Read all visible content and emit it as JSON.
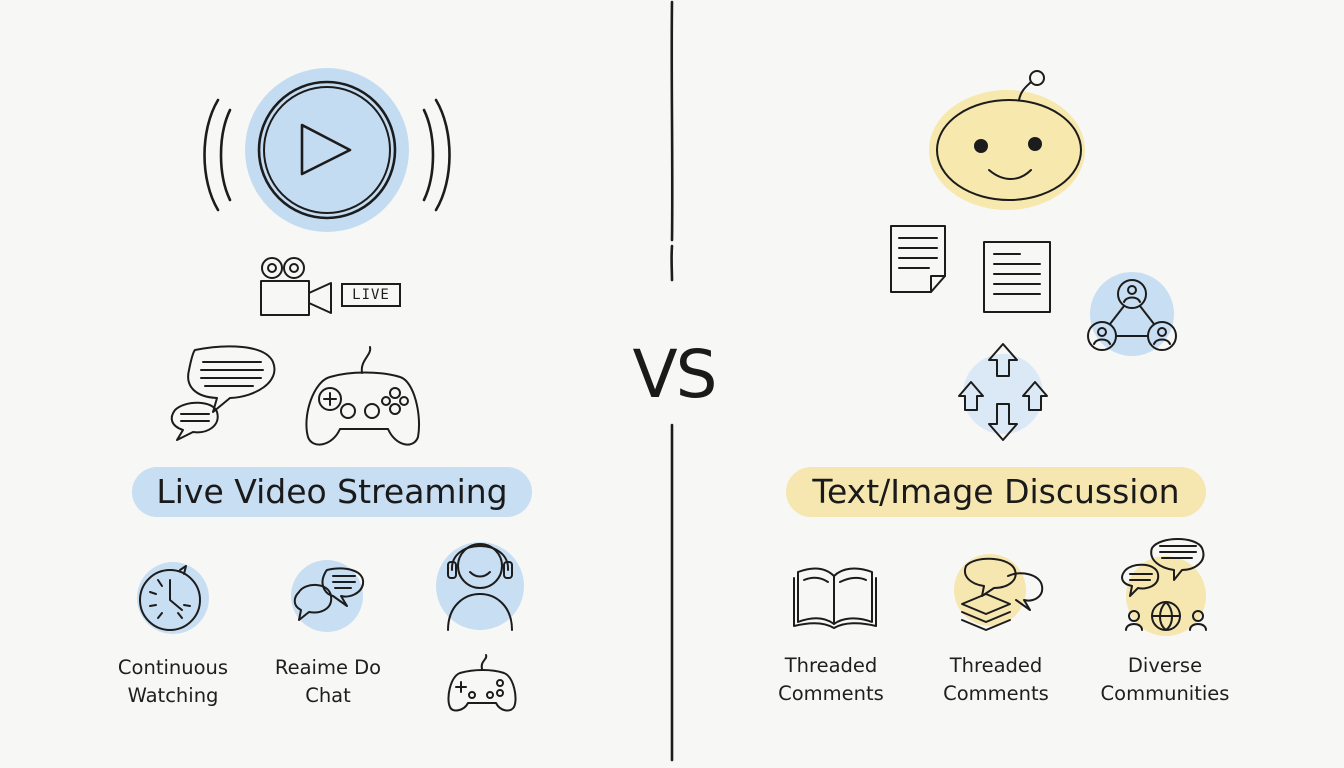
{
  "comparison_symbol": "VS",
  "colors": {
    "left_accent": "#bcd6ee",
    "right_accent": "#f6e7b0",
    "ink": "#1c1c1c"
  },
  "left": {
    "title": "Live Video Streaming",
    "badge": "LIVE",
    "icons": [
      "play-button-icon",
      "video-camera-icon",
      "chat-bubbles-icon",
      "gamepad-icon"
    ],
    "features": [
      {
        "line1": "Continuous",
        "line2": "Watching",
        "icon": "clock-icon"
      },
      {
        "line1": "Reaime Do",
        "line2": "Chat",
        "icon": "chat-bubbles-icon"
      },
      {
        "line1": "",
        "line2": "",
        "icon": "streamer-headset-icon"
      }
    ]
  },
  "right": {
    "title": "Text/Image Discussion",
    "icons": [
      "robot-face-icon",
      "document-icon",
      "document-icon",
      "user-network-icon",
      "upvote-downvote-arrows-icon"
    ],
    "features": [
      {
        "line1": "Threaded",
        "line2": "Comments",
        "icon": "open-book-icon"
      },
      {
        "line1": "Threaded",
        "line2": "Comments",
        "icon": "stacked-posts-icon"
      },
      {
        "line1": "Diverse",
        "line2": "Communities",
        "icon": "community-globe-icon"
      }
    ]
  }
}
